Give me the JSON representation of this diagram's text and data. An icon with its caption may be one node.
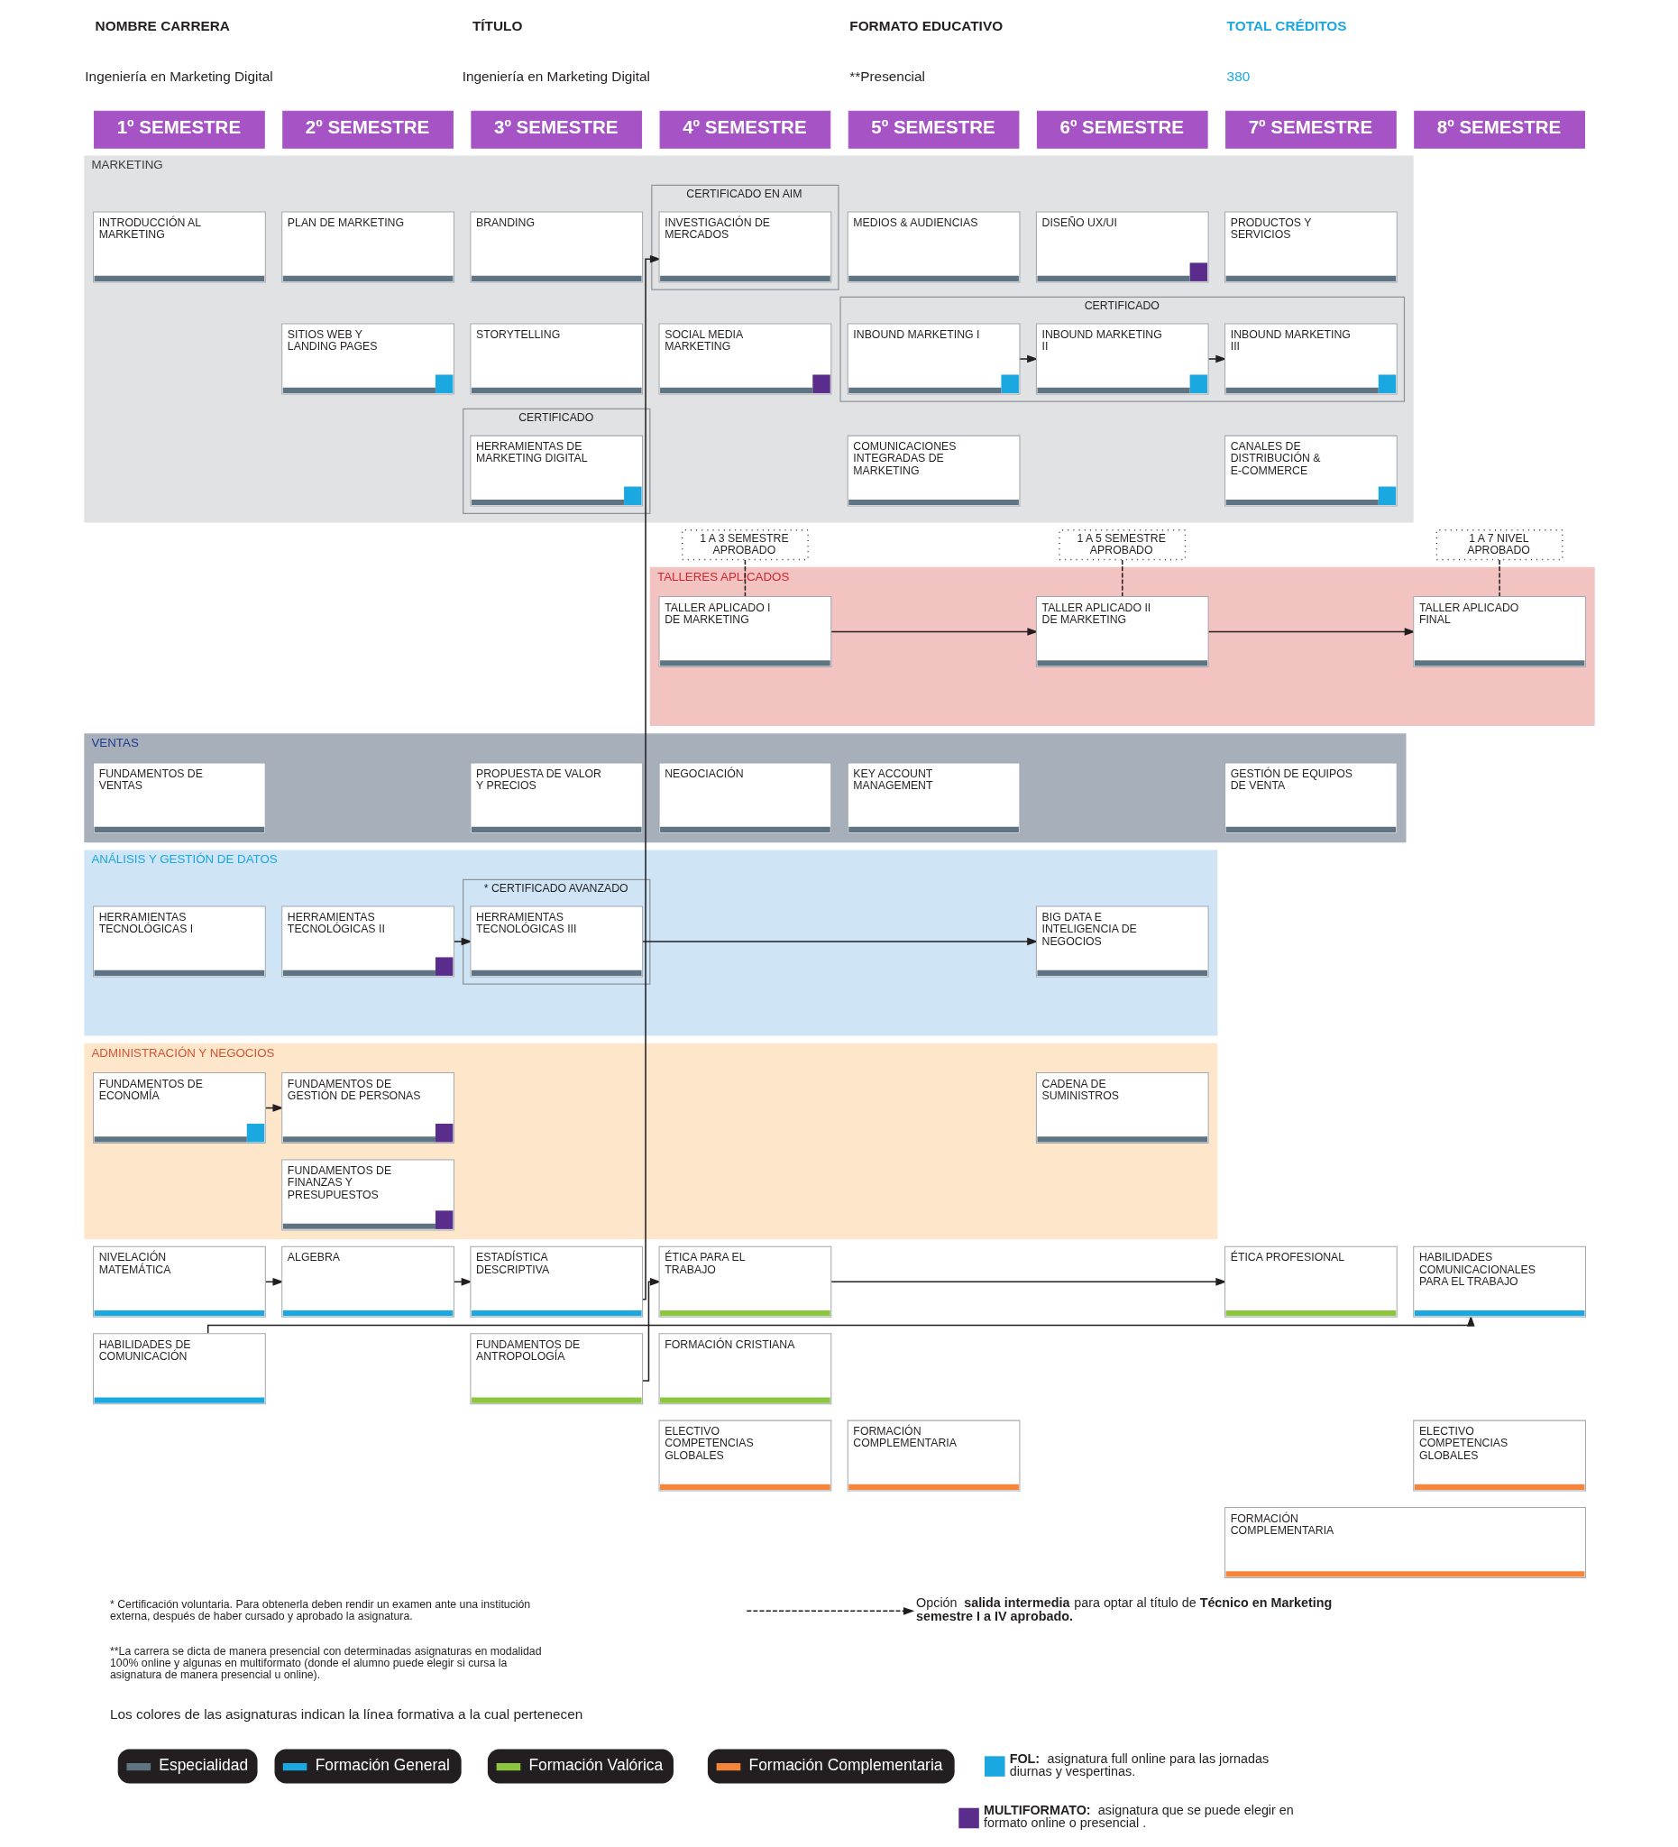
{
  "diagram": {
    "nodes": [
      {
        "text": [
          "1º SEMESTRE"
        ]
      },
      {
        "text": [
          "2º SEMESTRE"
        ]
      },
      {
        "text": [
          "3º SEMESTRE"
        ]
      },
      {
        "text": [
          "4º SEMESTRE"
        ]
      },
      {
        "text": [
          "5º SEMESTRE"
        ]
      },
      {
        "text": [
          "6º SEMESTRE"
        ]
      },
      {
        "text": [
          "7º SEMESTRE"
        ]
      },
      {
        "text": [
          "8º SEMESTRE"
        ]
      },
      {
        "text": [
          "MARKETING"
        ]
      },
      {
        "text": [
          "INTRODUCCIÓN AL MARKETING"
        ],
        "in": 8
      },
      {
        "text": [
          "PLAN DE MARKETING"
        ],
        "in": 8
      },
      {
        "text": [
          "BRANDING"
        ],
        "in": 8
      },
      {
        "text": [
          "CERTIFICADO EN AIM"
        ],
        "in": 8
      },
      {
        "text": [
          "INVESTIGACIÓN DE MERCADOS"
        ],
        "in": 12
      },
      {
        "text": [
          "MEDIOS & AUDIENCIAS"
        ],
        "in": 8
      },
      {
        "text": [
          "DISEÑO UX/UI"
        ],
        "in": 8
      },
      {
        "text": [
          "PRODUCTOS Y SERVICIOS"
        ],
        "in": 8
      },
      {
        "text": [
          "SITIOS WEB Y LANDING PAGES"
        ],
        "in": 8
      },
      {
        "text": [
          "STORYTELLING"
        ],
        "in": 8
      },
      {
        "text": [
          "SOCIAL MEDIA MARKETING"
        ],
        "in": 8
      },
      {
        "text": [
          "CERTIFICADO"
        ],
        "in": 8
      },
      {
        "text": [
          "INBOUND MARKETING I"
        ],
        "in": 20
      },
      {
        "text": [
          "INBOUND MARKETING II"
        ],
        "in": 20
      },
      {
        "text": [
          "INBOUND MARKETING III"
        ],
        "in": 20
      },
      {
        "text": [
          "CERTIFICADO"
        ],
        "in": 8
      },
      {
        "text": [
          "HERRAMIENTAS DE MARKETING DIGITAL"
        ],
        "in": 24
      },
      {
        "text": [
          "COMUNICACIONES INTEGRADAS DE MARKETING"
        ],
        "in": 8
      },
      {
        "text": [
          "CANALES DE DISTRIBUCIÓN & E-COMMERCE"
        ],
        "in": 8
      },
      {
        "text": [
          "1 A 3 SEMESTRE APROBADO"
        ]
      },
      {
        "text": [
          "1 A 5 SEMESTRE APROBADO"
        ]
      },
      {
        "text": [
          "1 A 7 NIVEL APROBADO"
        ]
      },
      {
        "text": [
          "TALLERES APLICADOS"
        ]
      },
      {
        "text": [
          "TALLER APLICADO I DE MARKETING"
        ],
        "in": 31
      },
      {
        "text": [
          "TALLER APLICADO II DE MARKETING"
        ],
        "in": 31
      },
      {
        "text": [
          "TALLER APLICADO FINAL"
        ],
        "in": 31
      },
      {
        "text": [
          "VENTAS"
        ]
      },
      {
        "text": [
          "FUNDAMENTOS DE VENTAS"
        ],
        "in": 35
      },
      {
        "text": [
          "PROPUESTA DE VALOR Y PRECIOS"
        ],
        "in": 35
      },
      {
        "text": [
          "NEGOCIACIÓN"
        ],
        "in": 35
      },
      {
        "text": [
          "KEY ACCOUNT MANAGEMENT"
        ],
        "in": 35
      },
      {
        "text": [
          "GESTIÓN DE EQUIPOS DE VENTA"
        ],
        "in": 35
      },
      {
        "text": [
          "ANÁLISIS Y GESTIÓN DE DATOS"
        ]
      },
      {
        "text": [
          "HERRAMIENTAS TECNOLÓGICAS I"
        ],
        "in": 41
      },
      {
        "text": [
          "HERRAMIENTAS TECNOLÓGICAS II"
        ],
        "in": 41
      },
      {
        "text": [
          "* CERTIFICADO AVANZADO"
        ],
        "in": 41
      },
      {
        "text": [
          "HERRAMIENTAS TECNOLÓGICAS III"
        ],
        "in": 44
      },
      {
        "text": [
          "BIG DATA E INTELIGENCIA DE NEGOCIOS"
        ],
        "in": 41
      },
      {
        "text": [
          "ADMINISTRACIÓN Y NEGOCIOS"
        ]
      },
      {
        "text": [
          "FUNDAMENTOS DE ECONOMÍA"
        ],
        "in": 47
      },
      {
        "text": [
          "FUNDAMENTOS DE GESTIÓN DE PERSONAS"
        ],
        "in": 47
      },
      {
        "text": [
          "CADENA DE SUMINISTROS"
        ],
        "in": 47
      },
      {
        "text": [
          "FUNDAMENTOS DE FINANZAS Y PRESUPUESTOS"
        ],
        "in": 47
      },
      {
        "text": [
          "NIVELACIÓN MATEMÁTICA"
        ]
      },
      {
        "text": [
          "ALGEBRA"
        ]
      },
      {
        "text": [
          "ESTADÍSTICA DESCRIPTIVA"
        ]
      },
      {
        "text": [
          "ÉTICA PARA EL TRABAJO"
        ]
      },
      {
        "text": [
          "ÉTICA PROFESIONAL"
        ]
      },
      {
        "text": [
          "HABILIDADES COMUNICACIONALES PARA EL TRABAJO"
        ]
      },
      {
        "text": [
          "HABILIDADES DE COMUNICACIÓN"
        ]
      },
      {
        "text": [
          "FUNDAMENTOS DE ANTROPOLOGÍA"
        ]
      },
      {
        "text": [
          "FORMACIÓN CRISTIANA"
        ]
      },
      {
        "text": [
          "ELECTIVO COMPETENCIAS GLOBALES"
        ]
      },
      {
        "text": [
          "FORMACIÓN COMPLEMENTARIA"
        ]
      },
      {
        "text": [
          "ELECTIVO COMPETENCIAS GLOBALES"
        ]
      },
      {
        "text": [
          "FORMACIÓN COMPLEMENTARIA"
        ]
      },
      {
        "text": [
          "Opción **salida intermedia** para optar al título de **Técnico en Marketing semestre I a IV aprobado.**"
        ]
      }
    ],
    "edges": [
      {
        "from": 21,
        "to": 22,
        "arrow": "to"
      },
      {
        "from": 22,
        "to": 23,
        "arrow": "to"
      },
      {
        "from": 54,
        "to": 13,
        "arrow": "to"
      },
      {
        "from": 28,
        "to": 32,
        "arrow": "none",
        "style": "dashed"
      },
      {
        "from": 29,
        "to": 33,
        "arrow": "none",
        "style": "dashed"
      },
      {
        "from": 30,
        "to": 34,
        "arrow": "none",
        "style": "dashed"
      },
      {
        "from": 32,
        "to": 33,
        "arrow": "to"
      },
      {
        "from": 33,
        "to": 34,
        "arrow": "to"
      },
      {
        "from": 43,
        "to": 45,
        "arrow": "to"
      },
      {
        "from": 45,
        "to": 46,
        "arrow": "to"
      },
      {
        "from": 48,
        "to": 49,
        "arrow": "to"
      },
      {
        "from": 52,
        "to": 53,
        "arrow": "to"
      },
      {
        "from": 53,
        "to": 54,
        "arrow": "to"
      },
      {
        "from": 59,
        "to": 55,
        "arrow": "to"
      },
      {
        "from": 55,
        "to": 56,
        "arrow": "to"
      },
      {
        "from": 58,
        "to": 57,
        "arrow": "to"
      },
      {
        "from": null,
        "to": 65,
        "arrow": "to",
        "style": "dashed"
      }
    ],
    "labels": [
      "NOMBRE CARRERA",
      "Ingeniería en Marketing Digital",
      "TÍTULO",
      "Ingeniería en Marketing Digital",
      "FORMATO EDUCATIVO",
      "**Presencial",
      "TOTAL CRÉDITOS",
      "380",
      "* Certificación voluntaria. Para obtenerla deben rendir un examen ante una institución externa, después de haber cursado y aprobado la asignatura.",
      "**La carrera se dicta de manera presencial con determinadas asignaturas en modalidad 100% online y algunas en multiformato (donde el alumno puede elegir si cursa la asignatura de manera presencial u online).",
      "Los colores de las asignaturas indican la línea formativa a la cual pertenecen"
    ],
    "legend": [
      {
        "text": "Especialidad",
        "color": "#5f7482"
      },
      {
        "text": "Formación General",
        "color": "#1ba8e0"
      },
      {
        "text": "Formación Valórica",
        "color": "#8cc63f"
      },
      {
        "text": "Formación Complementaria",
        "color": "#f4853a"
      },
      {
        "text": "**FOL:** asignatura full online para las jornadas diurnas y vespertinas."
      },
      {
        "text": "**MULTIFORMATO:** asignatura que se puede elegir en formato online o presencial ."
      }
    ]
  }
}
